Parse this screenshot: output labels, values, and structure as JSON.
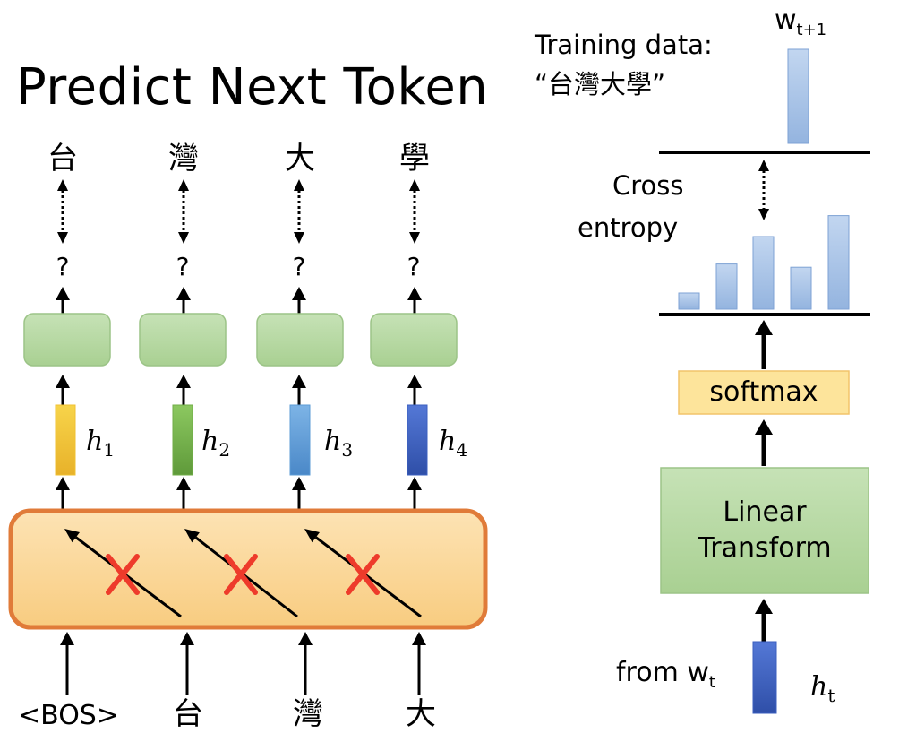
{
  "title": "Predict Next Token",
  "outputs": [
    "台",
    "灣",
    "大",
    "學"
  ],
  "unknown_mark": "?",
  "hidden_base": "h",
  "hidden_subs": [
    "1",
    "2",
    "3",
    "4"
  ],
  "inputs": [
    "<BOS>",
    "台",
    "灣",
    "大"
  ],
  "training": {
    "line1": "Training data:",
    "line2": "“台灣大學”"
  },
  "target": {
    "base": "w",
    "sub": "t+1"
  },
  "loss_label": {
    "line1": "Cross",
    "line2": "entropy"
  },
  "softmax_label": "softmax",
  "linear_label": {
    "line1": "Linear",
    "line2": "Transform"
  },
  "input_label": {
    "base": "from w",
    "sub": "t"
  },
  "ht": {
    "base": "h",
    "sub": "t"
  },
  "distribution": [
    0.1,
    0.28,
    0.45,
    0.26,
    0.58
  ],
  "target_onehot": [
    0,
    0,
    1,
    0,
    0
  ],
  "colors": {
    "green_box": "#b5d8a3",
    "green_border": "#9cc487",
    "transformer_fill": "#fbd699",
    "transformer_border": "#e07b39",
    "softmax_fill": "#fde49b",
    "softmax_border": "#f2c46a",
    "bar_fill": "#a9c4e8",
    "bar_border": "#7ea2d4",
    "cross": "#ee3b2b",
    "h1": "#f0c030",
    "h2": "#70ad47",
    "h3": "#5b9bd5",
    "h4": "#3b5fbf",
    "ht": "#3b5fbf"
  }
}
